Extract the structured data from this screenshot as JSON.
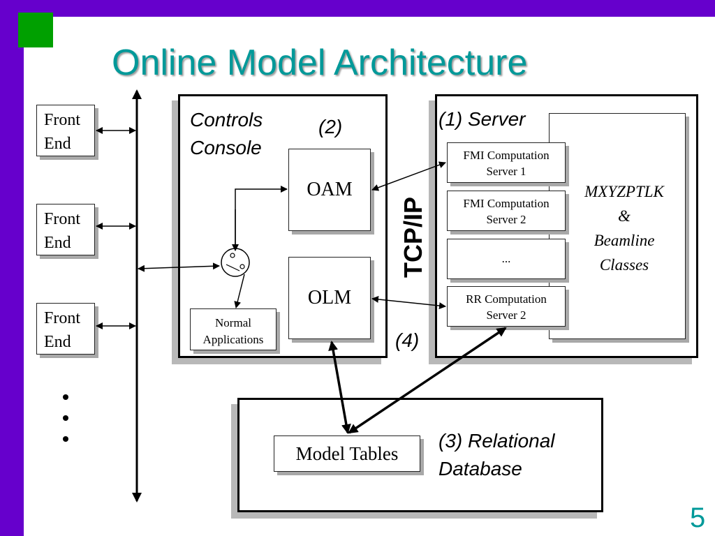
{
  "slide": {
    "title": "Online Model Architecture",
    "page_number": "5"
  },
  "front_ends": [
    {
      "line1": "Front",
      "line2": "End"
    },
    {
      "line1": "Front",
      "line2": "End"
    },
    {
      "line1": "Front",
      "line2": "End"
    }
  ],
  "controls_console": {
    "label_line1": "Controls",
    "label_line2": "Console",
    "number": "(2)",
    "oam": "OAM",
    "olm": "OLM",
    "normal_apps_line1": "Normal",
    "normal_apps_line2": "Applications"
  },
  "server": {
    "label": "(1) Server",
    "fmi1_line1": "FMI Computation",
    "fmi1_line2": "Server 1",
    "fmi2_line1": "FMI Computation",
    "fmi2_line2": "Server 2",
    "ellipsis": "...",
    "rr_line1": "RR Computation",
    "rr_line2": "Server 2",
    "classes_line1": "MXYZPTLK",
    "classes_line2": "&",
    "classes_line3": "Beamline",
    "classes_line4": "Classes"
  },
  "network": {
    "tcpip": "TCP/IP",
    "number": "(4)"
  },
  "database": {
    "label_line1": "(3) Relational",
    "label_line2": "Database",
    "model_tables": "Model Tables"
  },
  "colors": {
    "accent_bar": "#6600cc",
    "title_color": "#009999",
    "corner_square": "#00a000"
  }
}
